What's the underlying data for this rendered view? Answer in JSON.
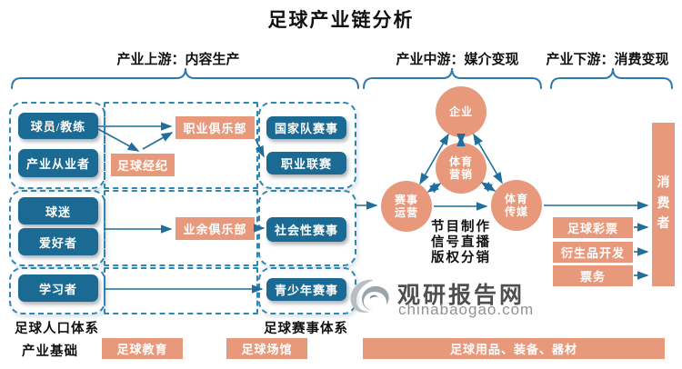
{
  "title": "足球产业链分析",
  "sections": {
    "upstream": "产业上游：内容生产",
    "midstream": "产业中游：媒介变现",
    "downstream": "产业下游：消费变现"
  },
  "population": {
    "player_coach": "球员/教练",
    "practitioner": "产业从业者",
    "fan": "球迷",
    "enthusiast": "爱好者",
    "learner": "学习者",
    "label": "足球人口体系"
  },
  "clubs": {
    "pro_club": "职业俱乐部",
    "agency": "足球经纪",
    "amateur_club": "业余俱乐部"
  },
  "events": {
    "national": "国家队赛事",
    "league": "职业联赛",
    "social": "社会性赛事",
    "youth": "青少年赛事",
    "label": "足球赛事体系"
  },
  "media": {
    "enterprise": "企业",
    "sports_marketing": "体育\n营销",
    "event_operation": "赛事\n运营",
    "sports_media": "体育\n传媒",
    "note": "节目制作\n信号直播\n版权分销"
  },
  "consumption": {
    "consumer": "消\n费\n者",
    "lottery": "足球彩票",
    "derivatives": "衍生品开发",
    "ticketing": "票务"
  },
  "foundation": {
    "label": "产业基础",
    "education": "足球教育",
    "venue": "足球场馆",
    "goods": "足球用品、装备、器材"
  },
  "watermark": {
    "name": "观研报告网",
    "url": "chinabaogao.com"
  },
  "colors": {
    "blue": "#1a6a93",
    "orange": "#e8997c",
    "line": "#1f6e9c",
    "dash": "#2e86b5"
  }
}
